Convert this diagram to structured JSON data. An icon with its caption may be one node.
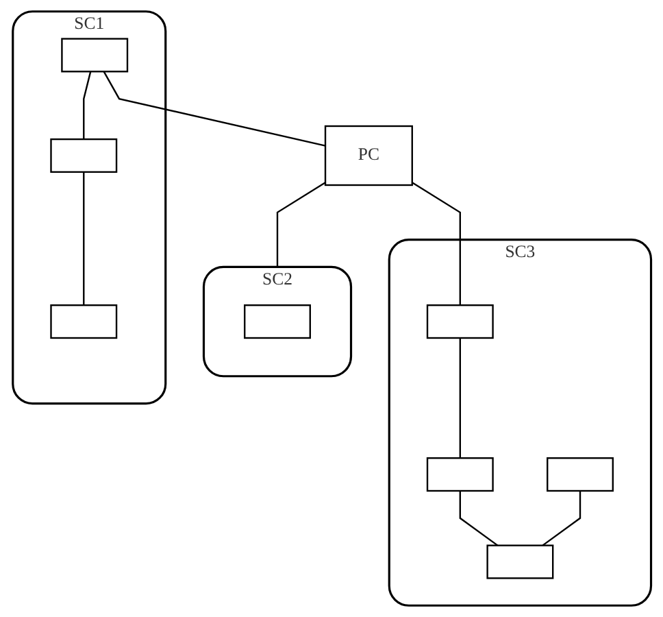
{
  "diagram": {
    "nodes": [
      {
        "text": [
          "SC1"
        ]
      },
      {
        "text": [],
        "shape": "box",
        "in": 0
      },
      {
        "text": [],
        "shape": "box",
        "in": 0
      },
      {
        "text": [],
        "shape": "box",
        "in": 0
      },
      {
        "text": [
          "PC"
        ]
      },
      {
        "text": [
          "SC2"
        ]
      },
      {
        "text": [],
        "shape": "box",
        "in": 5
      },
      {
        "text": [
          "SC3"
        ]
      },
      {
        "text": [],
        "shape": "box",
        "in": 7
      },
      {
        "text": [],
        "shape": "box",
        "in": 7
      },
      {
        "text": [],
        "shape": "box",
        "in": 7
      },
      {
        "text": [],
        "shape": "box",
        "in": 7
      }
    ],
    "edges": [
      {
        "from": 1,
        "to": 4,
        "arrow": "none"
      },
      {
        "from": 4,
        "to": 8,
        "arrow": "none"
      },
      {
        "from": 4,
        "to": 5,
        "arrow": "none"
      },
      {
        "from": 1,
        "to": 2,
        "arrow": "none"
      },
      {
        "from": 2,
        "to": 3,
        "arrow": "none"
      },
      {
        "from": 8,
        "to": 9,
        "arrow": "none"
      },
      {
        "from": 9,
        "to": 10,
        "arrow": "none"
      },
      {
        "from": 11,
        "to": 10,
        "arrow": "none"
      }
    ]
  }
}
